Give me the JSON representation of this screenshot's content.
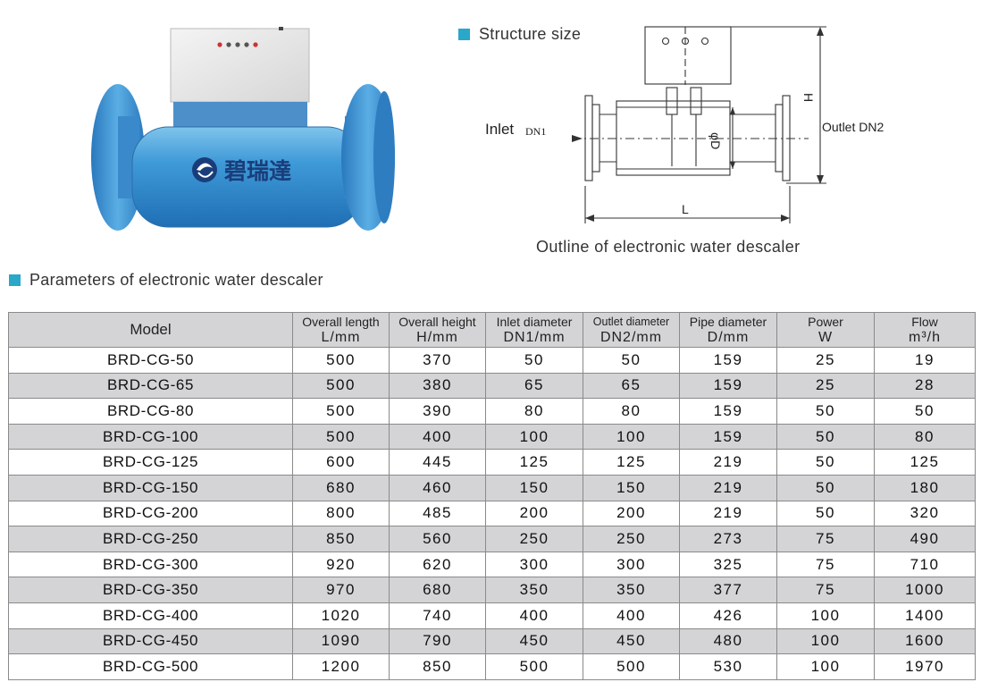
{
  "brand_text": "碧瑞達",
  "structure_heading": "Structure size",
  "diagram": {
    "inlet_label": "Inlet",
    "inlet_dn": "DN1",
    "outlet_label": "Outlet DN2",
    "h_label": "H",
    "d_label": "φD",
    "l_label": "L"
  },
  "outline_caption": "Outline of electronic water descaler",
  "params_heading": "Parameters of electronic water descaler",
  "table": {
    "headers": [
      {
        "line1": "Model",
        "line2": ""
      },
      {
        "line1": "Overall length",
        "line2": "L/mm"
      },
      {
        "line1": "Overall height",
        "line2": "H/mm"
      },
      {
        "line1": "Inlet diameter",
        "line2": "DN1/mm"
      },
      {
        "line1": "Outlet diameter",
        "line2": "DN2/mm"
      },
      {
        "line1": "Pipe diameter",
        "line2": "D/mm"
      },
      {
        "line1": "Power",
        "line2": "W"
      },
      {
        "line1": "Flow",
        "line2": "m³/h"
      }
    ],
    "rows": [
      [
        "BRD-CG-50",
        "500",
        "370",
        "50",
        "50",
        "159",
        "25",
        "19"
      ],
      [
        "BRD-CG-65",
        "500",
        "380",
        "65",
        "65",
        "159",
        "25",
        "28"
      ],
      [
        "BRD-CG-80",
        "500",
        "390",
        "80",
        "80",
        "159",
        "50",
        "50"
      ],
      [
        "BRD-CG-100",
        "500",
        "400",
        "100",
        "100",
        "159",
        "50",
        "80"
      ],
      [
        "BRD-CG-125",
        "600",
        "445",
        "125",
        "125",
        "219",
        "50",
        "125"
      ],
      [
        "BRD-CG-150",
        "680",
        "460",
        "150",
        "150",
        "219",
        "50",
        "180"
      ],
      [
        "BRD-CG-200",
        "800",
        "485",
        "200",
        "200",
        "219",
        "50",
        "320"
      ],
      [
        "BRD-CG-250",
        "850",
        "560",
        "250",
        "250",
        "273",
        "75",
        "490"
      ],
      [
        "BRD-CG-300",
        "920",
        "620",
        "300",
        "300",
        "325",
        "75",
        "710"
      ],
      [
        "BRD-CG-350",
        "970",
        "680",
        "350",
        "350",
        "377",
        "75",
        "1000"
      ],
      [
        "BRD-CG-400",
        "1020",
        "740",
        "400",
        "400",
        "426",
        "100",
        "1400"
      ],
      [
        "BRD-CG-450",
        "1090",
        "790",
        "450",
        "450",
        "480",
        "100",
        "1600"
      ],
      [
        "BRD-CG-500",
        "1200",
        "850",
        "500",
        "500",
        "530",
        "100",
        "1970"
      ]
    ]
  }
}
